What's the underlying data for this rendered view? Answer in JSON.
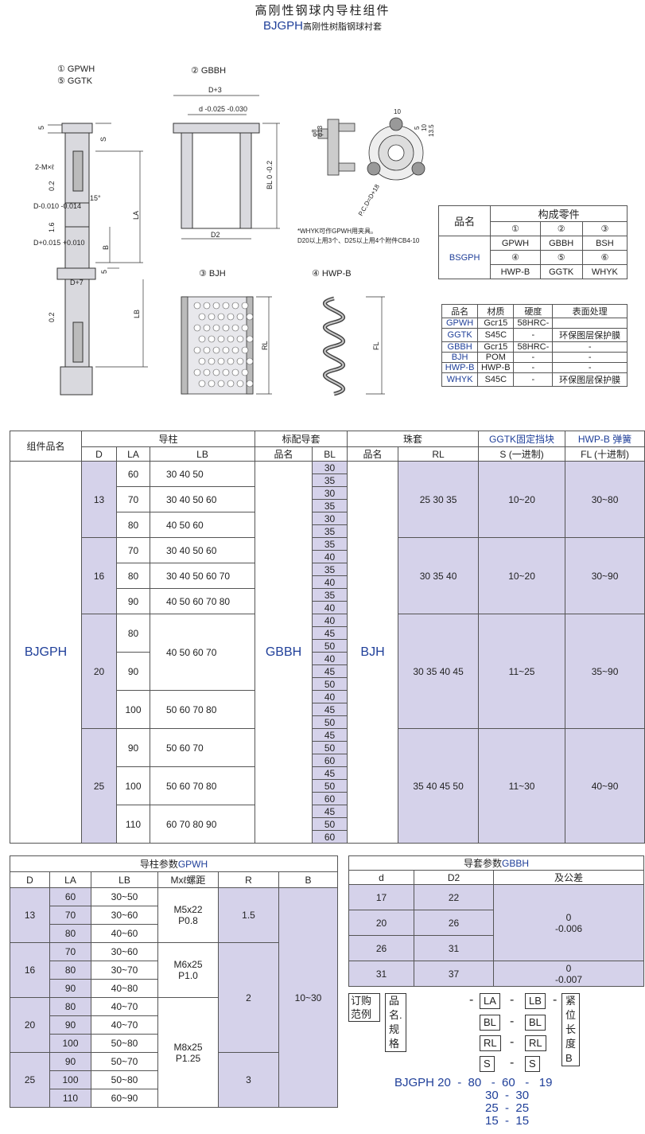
{
  "header": {
    "title": "高刚性钢球内导柱组件",
    "code": "BJGPH",
    "subtitle": "高刚性树脂钢球衬套"
  },
  "drawings": {
    "guide_post_label_1": "① GPWH",
    "guide_post_label_2": "⑤ GGTK",
    "bush_label": "② GBBH",
    "ball_cage_label": "③ BJH",
    "spring_label": "④ HWP-B",
    "note_1": "*WHYK可作GPWH用夹具。",
    "note_2": "D20以上用3个、D25以上用4个附件CB4-10",
    "dims": [
      "5",
      "S",
      "2-M×ℓ",
      "0.2",
      "15°",
      "D-0.010 -0.014",
      "1.6",
      "D+0.015 +0.010",
      "B",
      "LA",
      "5",
      "D+7",
      "0.2",
      "LB",
      "D+3",
      "d -0.025 -0.030",
      "BL 0 -0.2",
      "D2",
      "RL",
      "FL",
      "P.C.D=D+18",
      "10",
      "5",
      "13.5",
      "10",
      "φ8",
      "φ13"
    ]
  },
  "components_table": {
    "product_label": "品名",
    "parts_label": "构成零件",
    "product": "BSGPH",
    "row1": [
      "①",
      "②",
      "③"
    ],
    "row2": [
      "GPWH",
      "GBBH",
      "BSH"
    ],
    "row3": [
      "④",
      "⑤",
      "⑥"
    ],
    "row4": [
      "HWP-B",
      "GGTK",
      "WHYK"
    ]
  },
  "material_table": {
    "headers": [
      "品名",
      "材质",
      "硬度",
      "表面处理"
    ],
    "rows": [
      [
        "GPWH",
        "Gcr15",
        "58HRC-",
        ""
      ],
      [
        "GGTK",
        "S45C",
        "-",
        "环保图层保护膜"
      ],
      [
        "GBBH",
        "Gcr15",
        "58HRC-",
        "-"
      ],
      [
        "BJH",
        "POM",
        "-",
        "-"
      ],
      [
        "HWP-B",
        "HWP-B",
        "-",
        "-"
      ],
      [
        "WHYK",
        "S45C",
        "-",
        "环保图层保护膜"
      ]
    ]
  },
  "main_table": {
    "h_component": "组件品名",
    "h_guide": "导柱",
    "h_bush": "标配导套",
    "h_ball": "珠套",
    "h_ggtk": "GGTK固定挡块",
    "h_hwp": "HWP-B 弹簧",
    "sub": [
      "D",
      "LA",
      "LB",
      "品名",
      "BL",
      "品名",
      "RL",
      "S (一进制)",
      "FL (十进制)"
    ],
    "component": "BJGPH",
    "bush_name": "GBBH",
    "ball_name": "BJH",
    "groups": [
      {
        "D": "13",
        "rows": [
          {
            "LA": "60",
            "LB": "30  40  50"
          },
          {
            "LA": "70",
            "LB": "30  40  50  60"
          },
          {
            "LA": "80",
            "LB": "40  50  60"
          }
        ],
        "BL": [
          "30",
          "35",
          "30",
          "35",
          "30",
          "35"
        ],
        "RL": "25  30  35",
        "S": "10~20",
        "FL": "30~80"
      },
      {
        "D": "16",
        "rows": [
          {
            "LA": "70",
            "LB": "30  40  50  60"
          },
          {
            "LA": "80",
            "LB": "30  40  50  60  70"
          },
          {
            "LA": "90",
            "LB": "40  50  60  70  80"
          }
        ],
        "BL": [
          "35",
          "40",
          "35",
          "40",
          "35",
          "40"
        ],
        "RL": "30  35  40",
        "S": "10~20",
        "FL": "30~90"
      },
      {
        "D": "20",
        "rows": [
          {
            "LA": "80",
            "LB": "40  50  60  70"
          },
          {
            "LA": "90",
            "LB": ""
          },
          {
            "LA": "100",
            "LB": "50  60  70  80"
          }
        ],
        "BL": [
          "40",
          "45",
          "50",
          "40",
          "45",
          "50",
          "40",
          "45",
          "50"
        ],
        "RL": "30 35 40 45",
        "S": "11~25",
        "FL": "35~90"
      },
      {
        "D": "25",
        "rows": [
          {
            "LA": "90",
            "LB": "50  60  70"
          },
          {
            "LA": "100",
            "LB": "50  60  70  80"
          },
          {
            "LA": "110",
            "LB": "60  70  80  90"
          }
        ],
        "BL": [
          "45",
          "50",
          "60",
          "45",
          "50",
          "60",
          "45",
          "50",
          "60"
        ],
        "RL": "35 40 45 50",
        "S": "11~30",
        "FL": "40~90"
      }
    ]
  },
  "gpwh_table": {
    "title_a": "导柱参数",
    "title_b": "GPWH",
    "headers": [
      "D",
      "LA",
      "LB",
      "Mxℓ螺距",
      "R",
      "B"
    ],
    "groups": [
      {
        "D": "13",
        "rows": [
          [
            "60",
            "30~50"
          ],
          [
            "70",
            "30~60"
          ],
          [
            "80",
            "40~60"
          ]
        ],
        "M": "M5x22",
        "P": "P0.8"
      },
      {
        "D": "16",
        "rows": [
          [
            "70",
            "30~60"
          ],
          [
            "80",
            "30~70"
          ],
          [
            "90",
            "40~80"
          ]
        ],
        "M": "M6x25",
        "P": "P1.0"
      },
      {
        "D": "20",
        "rows": [
          [
            "80",
            "40~70"
          ],
          [
            "90",
            "40~70"
          ],
          [
            "100",
            "50~80"
          ]
        ],
        "M": "M8x25",
        "P": "P1.25"
      },
      {
        "D": "25",
        "rows": [
          [
            "90",
            "50~70"
          ],
          [
            "100",
            "50~80"
          ],
          [
            "110",
            "60~90"
          ]
        ]
      }
    ],
    "R": [
      "1.5",
      "2",
      "3"
    ],
    "B": "10~30"
  },
  "gbbh_table": {
    "title_a": "导套参数",
    "title_b": "GBBH",
    "headers": [
      "d",
      "D2",
      "及公差"
    ],
    "rows": [
      [
        "17",
        "22"
      ],
      [
        "20",
        "26"
      ],
      [
        "26",
        "31"
      ],
      [
        "31",
        "37"
      ]
    ],
    "tol1a": "0",
    "tol1b": "-0.006",
    "tol2a": "0",
    "tol2b": "-0.007"
  },
  "order": {
    "label1": "订购",
    "label2": "范例",
    "spec": "品名. 规格",
    "fields": [
      "LA",
      "LB",
      "紧位长度B",
      "BL",
      "BL",
      "RL",
      "RL",
      "S",
      "S"
    ],
    "dash": "-",
    "example_line1": "BJGPH 20  -  80   -  60   -   19",
    "example_line2": "30  -  30",
    "example_line3": "25  -  25",
    "example_line4": "15  -  15"
  }
}
